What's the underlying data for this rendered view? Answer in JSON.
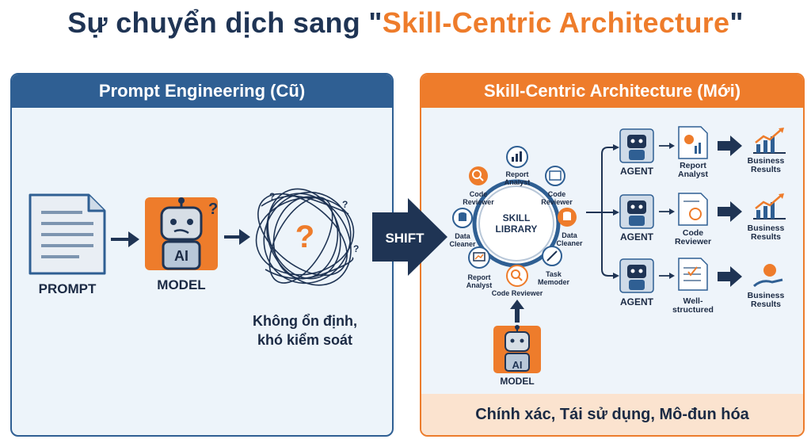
{
  "title": {
    "prefix": "Sự chuyển dịch sang \"",
    "highlight": "Skill-Centric Architecture",
    "suffix": "\""
  },
  "left_panel": {
    "header": "Prompt Engineering (Cũ)",
    "prompt_label": "PROMPT",
    "model_label": "MODEL",
    "model_chip": "AI",
    "question_mark": "?",
    "chaos_line1": "Không ổn định,",
    "chaos_line2": "khó kiểm soát"
  },
  "shift_label": "SHIFT",
  "right_panel": {
    "header": "Skill-Centric Architecture (Mới)",
    "library_line1": "SKILL",
    "library_line2": "LIBRARY",
    "skills": {
      "report_top": [
        "Report",
        "Analyst"
      ],
      "code_topright": [
        "Code",
        "Reviewer"
      ],
      "data_right": [
        "Data",
        "Cleaner"
      ],
      "task_bottomright": [
        "Task",
        "Memoder"
      ],
      "code_bottom": [
        "Code Reviewer"
      ],
      "report_bottomleft": [
        "Report",
        "Analyst"
      ],
      "data_left": [
        "Data",
        "Cleaner"
      ],
      "code_topleft": [
        "Code",
        "Reviewer"
      ]
    },
    "model_label": "MODEL",
    "model_chip": "AI",
    "rows": [
      {
        "agent": "AGENT",
        "skill": [
          "Report",
          "Analyst"
        ],
        "result": [
          "Business",
          "Results"
        ]
      },
      {
        "agent": "AGENT",
        "skill": [
          "Code",
          "Reviewer"
        ],
        "result": [
          "Business",
          "Results"
        ]
      },
      {
        "agent": "AGENT",
        "skill": [
          "Well-",
          "structured"
        ],
        "result": [
          "Business",
          "Results"
        ]
      }
    ],
    "footer": "Chính xác, Tái sử dụng, Mô-đun hóa"
  },
  "colors": {
    "navy": "#1f3454",
    "blue": "#2f5f93",
    "orange": "#ee7c2b",
    "light_bg": "#edf4fa",
    "footer_bg": "#fbe3cf"
  }
}
